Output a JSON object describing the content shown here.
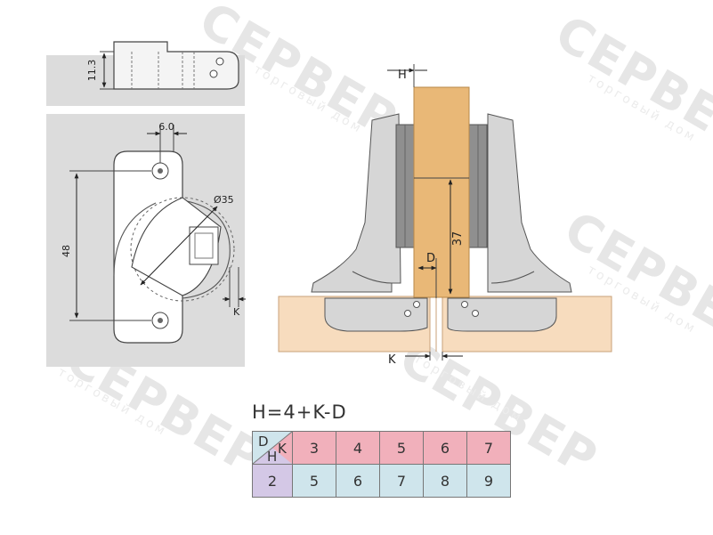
{
  "watermark": {
    "brand": "СЕРВЕР",
    "subtitle": "торговый дом"
  },
  "left_diagram": {
    "dim_top_height": "11.3",
    "dim_hole_offset": "6.0",
    "dim_cup_diameter": "Ø35",
    "dim_hole_spacing": "48",
    "dim_k": "K"
  },
  "right_diagram": {
    "label_h": "H",
    "label_d": "D",
    "label_k": "K",
    "dim_depth": "37"
  },
  "formula": "H=4+K-D",
  "table": {
    "corner_d": "D",
    "corner_k": "K",
    "corner_h": "H",
    "k_values": [
      "3",
      "4",
      "5",
      "6",
      "7"
    ],
    "d_value": "2",
    "h_values": [
      "5",
      "6",
      "7",
      "8",
      "9"
    ]
  },
  "colors": {
    "panel_gray": "#dcdcdc",
    "wood_door": "#e9b877",
    "wood_cabinet": "#f7dcbe",
    "hinge_metal": "#d6d6d6",
    "row_k": "#f1b0bb",
    "row_h": "#cfe5ec",
    "cell_d": "#d4c8e6"
  }
}
